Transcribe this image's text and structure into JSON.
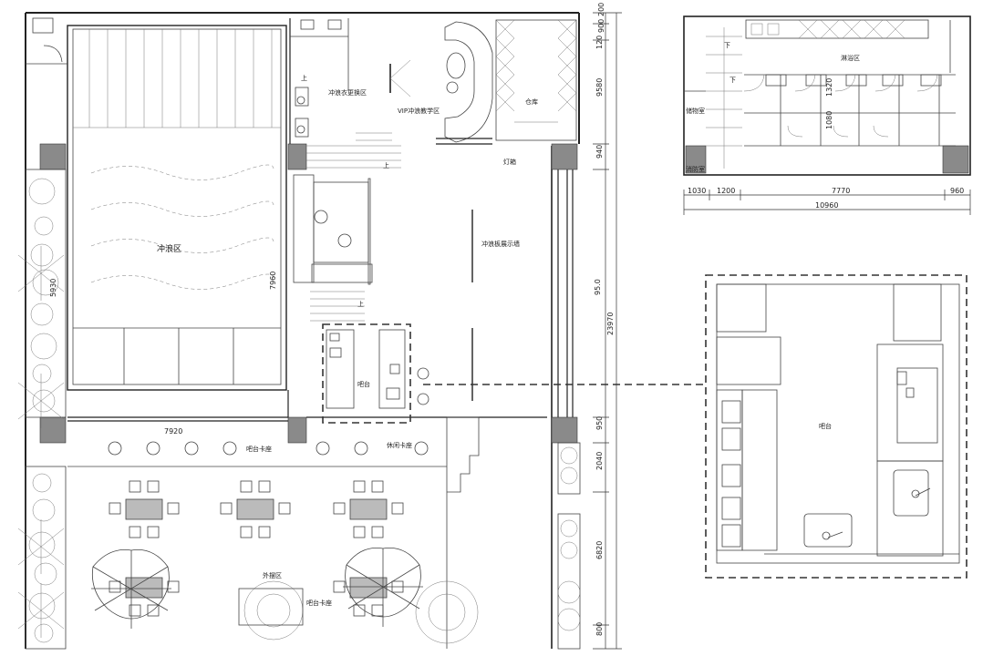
{
  "labels": {
    "surf_zone": "冲浪区",
    "vip_teaching": "VIP冲浪教学区",
    "shower_change": "冲浪衣更换区",
    "warehouse": "仓库",
    "light_box": "灯箱",
    "surfboard_wall": "冲浪板展示墙",
    "bar": "吧台",
    "bar_detail": "吧台",
    "outdoor_area": "外摆区",
    "bar_seats": "吧台卡座",
    "leisure_seats": "休闲卡座",
    "bath_zone": "淋浴区",
    "storage_room": "储物室",
    "fire_room": "消防室",
    "up_mark": "上",
    "down_mark": "下"
  },
  "dimensions": {
    "surf_pool_width": "7920",
    "surf_pool_left": "5930",
    "surf_pool_right": "7960",
    "total_height": "23970",
    "right_upper": "9580",
    "right_940": "940",
    "right_mid": "95.0",
    "right_950": "950",
    "right_2040": "2040",
    "right_6820": "6820",
    "top_200": "200",
    "top_900": "900",
    "top_120": "120",
    "bottom_800": "800",
    "bath_1030": "1030",
    "bath_1200": "1200",
    "bath_7770": "7770",
    "bath_960": "960",
    "bath_total": "10960",
    "bath_1320": "1320",
    "bath_1080": "1080"
  },
  "icons": [
    "tree-icon",
    "table-chair-icon",
    "umbrella-icon",
    "sink-icon",
    "door-swing-icon"
  ]
}
